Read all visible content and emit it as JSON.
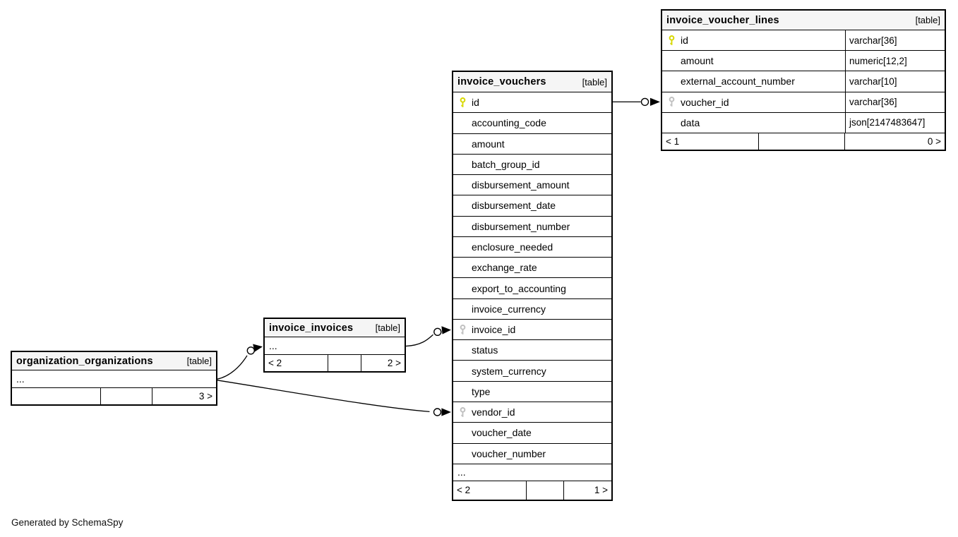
{
  "diagram": {
    "generator_note": "Generated by SchemaSpy"
  },
  "colors": {
    "primary_key_icon": "#d8d800",
    "foreign_key_icon": "#c0c0c0",
    "table_header_bg": "#f5f5f5",
    "border": "#000000",
    "row_bg": "#ffffff",
    "page_bg": "#ffffff"
  },
  "tables": [
    {
      "id": "invoice_voucher_lines",
      "title": "invoice_voucher_lines",
      "badge": "[table]",
      "show_types": true,
      "columns": [
        {
          "name": "id",
          "type": "varchar[36]",
          "key": "primary"
        },
        {
          "name": "amount",
          "type": "numeric[12,2]",
          "key": ""
        },
        {
          "name": "external_account_number",
          "type": "varchar[10]",
          "key": ""
        },
        {
          "name": "voucher_id",
          "type": "varchar[36]",
          "key": "foreign"
        },
        {
          "name": "data",
          "type": "json[2147483647]",
          "key": ""
        }
      ],
      "ellipsis_label": "",
      "footer": {
        "left": "< 1",
        "center": "",
        "right": "0 >"
      }
    },
    {
      "id": "invoice_vouchers",
      "title": "invoice_vouchers",
      "badge": "[table]",
      "show_types": false,
      "columns": [
        {
          "name": "id",
          "type": "",
          "key": "primary"
        },
        {
          "name": "accounting_code",
          "type": "",
          "key": ""
        },
        {
          "name": "amount",
          "type": "",
          "key": ""
        },
        {
          "name": "batch_group_id",
          "type": "",
          "key": ""
        },
        {
          "name": "disbursement_amount",
          "type": "",
          "key": ""
        },
        {
          "name": "disbursement_date",
          "type": "",
          "key": ""
        },
        {
          "name": "disbursement_number",
          "type": "",
          "key": ""
        },
        {
          "name": "enclosure_needed",
          "type": "",
          "key": ""
        },
        {
          "name": "exchange_rate",
          "type": "",
          "key": ""
        },
        {
          "name": "export_to_accounting",
          "type": "",
          "key": ""
        },
        {
          "name": "invoice_currency",
          "type": "",
          "key": ""
        },
        {
          "name": "invoice_id",
          "type": "",
          "key": "foreign"
        },
        {
          "name": "status",
          "type": "",
          "key": ""
        },
        {
          "name": "system_currency",
          "type": "",
          "key": ""
        },
        {
          "name": "type",
          "type": "",
          "key": ""
        },
        {
          "name": "vendor_id",
          "type": "",
          "key": "foreign"
        },
        {
          "name": "voucher_date",
          "type": "",
          "key": ""
        },
        {
          "name": "voucher_number",
          "type": "",
          "key": ""
        }
      ],
      "ellipsis_label": "...",
      "footer": {
        "left": "< 2",
        "center": "",
        "right": "1 >"
      }
    },
    {
      "id": "invoice_invoices",
      "title": "invoice_invoices",
      "badge": "[table]",
      "show_types": false,
      "columns": [],
      "ellipsis_label": "...",
      "footer": {
        "left": "< 2",
        "center": "",
        "right": "2 >"
      }
    },
    {
      "id": "organization_organizations",
      "title": "organization_organizations",
      "badge": "[table]",
      "show_types": false,
      "columns": [],
      "ellipsis_label": "...",
      "footer": {
        "left": "",
        "center": "",
        "right": "3 >"
      }
    }
  ],
  "relationships": [
    {
      "parent": "invoice_vouchers.id",
      "child": "invoice_voucher_lines.voucher_id"
    },
    {
      "parent": "invoice_invoices",
      "child": "invoice_vouchers.invoice_id"
    },
    {
      "parent": "organization_organizations",
      "child": "invoice_invoices"
    },
    {
      "parent": "organization_organizations",
      "child": "invoice_vouchers.vendor_id"
    }
  ]
}
